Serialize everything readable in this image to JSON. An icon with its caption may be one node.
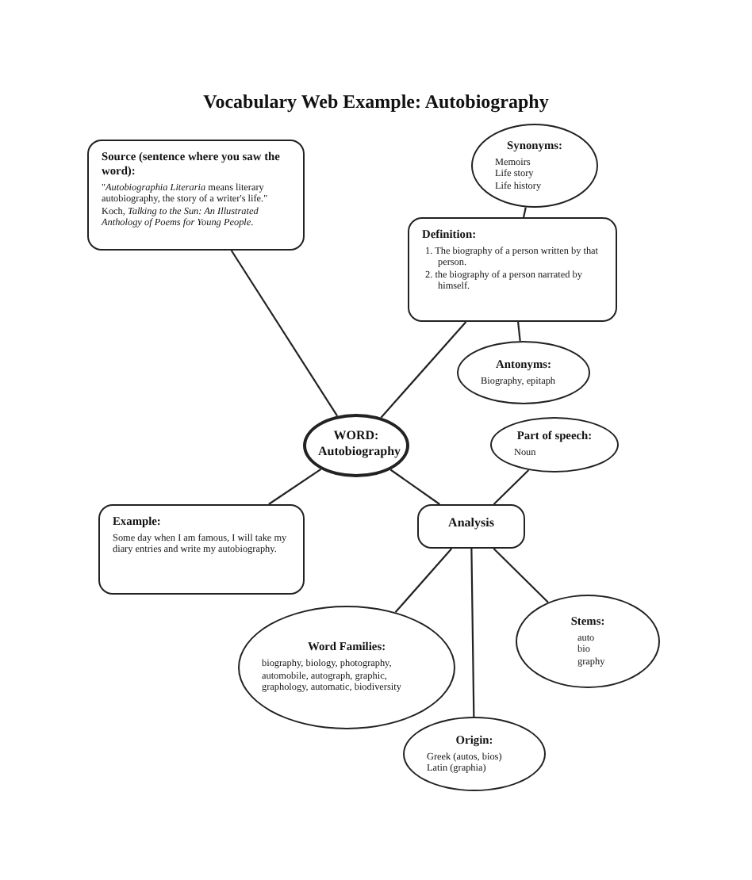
{
  "diagram": {
    "title": "Vocabulary Web Example: Autobiography",
    "nodes": [
      {
        "text": [
          "Synonyms:",
          "Memoirs",
          "Life story",
          "Life history"
        ]
      },
      {
        "text": [
          "Definition:",
          "1. The biography of a person written by that person.",
          "2. the biography of a person narrated by himself."
        ]
      },
      {
        "text": [
          "Source (sentence where you saw the word):",
          "\"*Autobiographia Literaria* means literary autobiography, the story of a writer's life.\" Koch, *Talking to the Sun: An Illustrated Anthology of Poems for Young People*."
        ]
      },
      {
        "text": [
          "Antonyms:",
          "Biography, epitaph"
        ]
      },
      {
        "text": [
          "WORD: Autobiography"
        ]
      },
      {
        "text": [
          "Part of speech:",
          "Noun"
        ]
      },
      {
        "text": [
          "Example:",
          "Some day when I am famous, I will take my diary entries and write my autobiography."
        ]
      },
      {
        "text": [
          "Analysis"
        ]
      },
      {
        "text": [
          "Word Families:",
          "biography, biology, photography, automobile, autograph, graphic, graphology, automatic, biodiversity"
        ]
      },
      {
        "text": [
          "Stems:",
          "auto",
          "bio",
          "graphy"
        ]
      },
      {
        "text": [
          "Origin:",
          "Greek (autos, bios)",
          "Latin (graphia)"
        ]
      }
    ],
    "edges": [
      {
        "from": 0,
        "to": 1,
        "arrow": "none"
      },
      {
        "from": 2,
        "to": 4,
        "arrow": "none"
      },
      {
        "from": 1,
        "to": 4,
        "arrow": "none"
      },
      {
        "from": 1,
        "to": 3,
        "arrow": "none"
      },
      {
        "from": 4,
        "to": 6,
        "arrow": "none"
      },
      {
        "from": 4,
        "to": 7,
        "arrow": "none"
      },
      {
        "from": 5,
        "to": 7,
        "arrow": "none"
      },
      {
        "from": 7,
        "to": 8,
        "arrow": "none"
      },
      {
        "from": 7,
        "to": 10,
        "arrow": "none"
      },
      {
        "from": 7,
        "to": 9,
        "arrow": "none"
      }
    ]
  }
}
